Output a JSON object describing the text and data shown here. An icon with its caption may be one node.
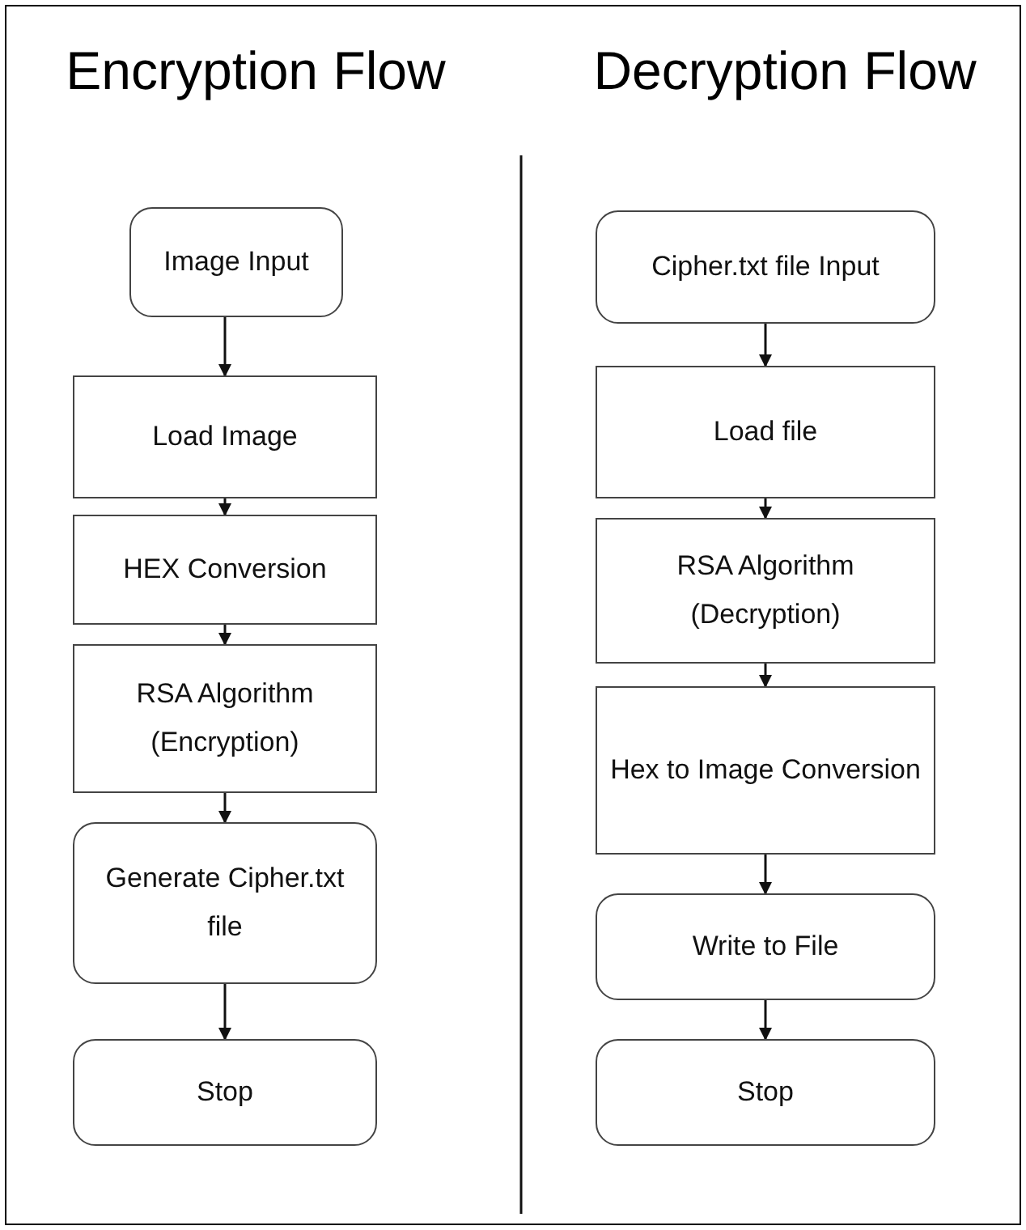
{
  "diagram": {
    "nodes": [
      {
        "text": [
          "Image Input"
        ]
      },
      {
        "text": [
          "Load Image"
        ]
      },
      {
        "text": [
          "HEX Conversion"
        ]
      },
      {
        "text": [
          "RSA Algorithm (Encryption)"
        ]
      },
      {
        "text": [
          "Generate Cipher.txt file"
        ]
      },
      {
        "text": [
          "Stop"
        ]
      },
      {
        "text": [
          "Cipher.txt file Input"
        ]
      },
      {
        "text": [
          "Load file"
        ]
      },
      {
        "text": [
          "RSA Algorithm (Decryption)"
        ]
      },
      {
        "text": [
          "Hex to Image Conversion"
        ]
      },
      {
        "text": [
          "Write to File"
        ]
      },
      {
        "text": [
          "Stop"
        ]
      }
    ],
    "edges": [
      {
        "from": 0,
        "to": 1,
        "arrow": "to"
      },
      {
        "from": 1,
        "to": 2,
        "arrow": "to"
      },
      {
        "from": 2,
        "to": 3,
        "arrow": "to"
      },
      {
        "from": 3,
        "to": 4,
        "arrow": "to"
      },
      {
        "from": 4,
        "to": 5,
        "arrow": "to"
      },
      {
        "from": 6,
        "to": 7,
        "arrow": "to"
      },
      {
        "from": 7,
        "to": 8,
        "arrow": "to"
      },
      {
        "from": 8,
        "to": 9,
        "arrow": "to"
      },
      {
        "from": 9,
        "to": 10,
        "arrow": "to"
      },
      {
        "from": 10,
        "to": 11,
        "arrow": "to"
      }
    ],
    "labels": [
      "Encryption Flow",
      "Decryption Flow"
    ]
  }
}
